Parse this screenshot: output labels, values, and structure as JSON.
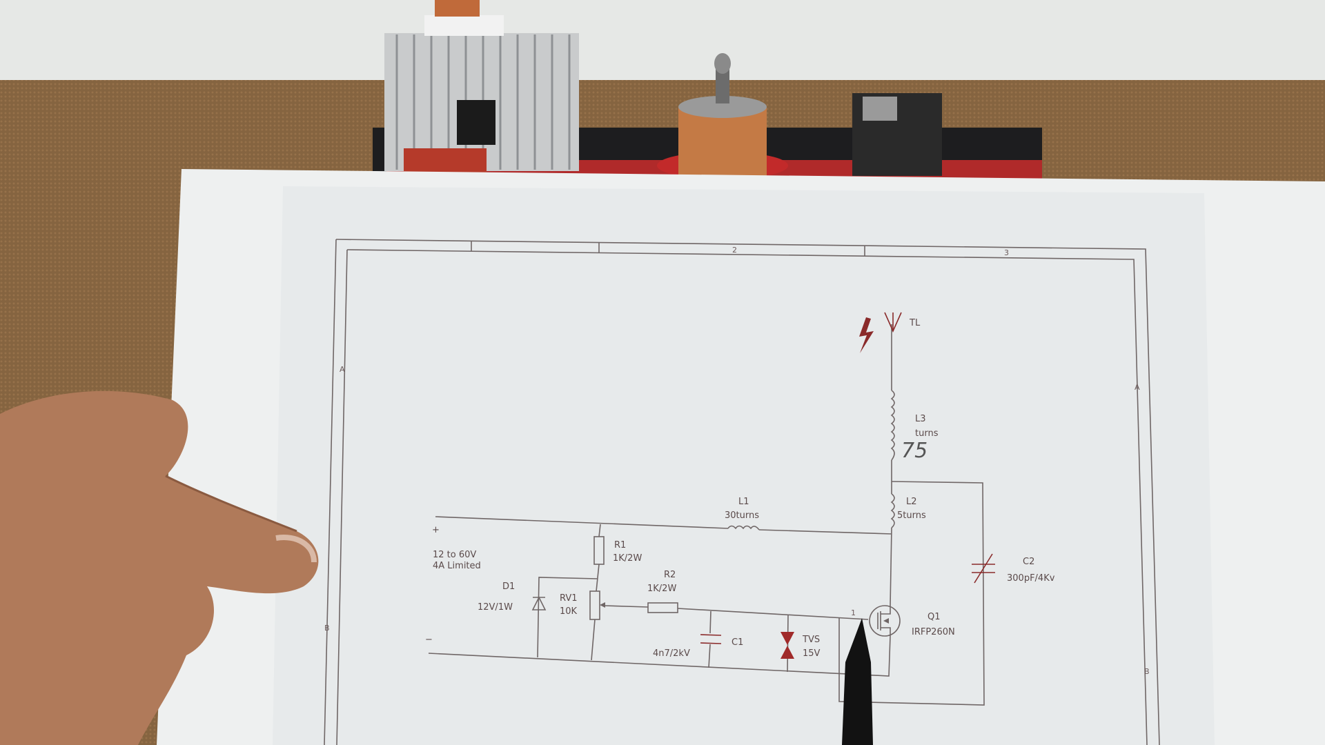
{
  "schematic": {
    "antenna_label": "TL",
    "border": {
      "rows": [
        "A",
        "B",
        "A",
        "B"
      ],
      "columns": [
        "2",
        "3"
      ]
    },
    "supply": {
      "plus": "+",
      "minus": "−",
      "voltage": "12 to 60V",
      "current": "4A Limited"
    },
    "L1": {
      "ref": "L1",
      "value": "30turns"
    },
    "L2": {
      "ref": "L2",
      "value": "5turns"
    },
    "L3": {
      "ref": "L3",
      "value": "turns",
      "handwritten": "75"
    },
    "R1": {
      "ref": "R1",
      "value": "1K/2W"
    },
    "R2": {
      "ref": "R2",
      "value": "1K/2W"
    },
    "RV1": {
      "ref": "RV1",
      "value": "10K"
    },
    "D1": {
      "ref": "D1",
      "value": "12V/1W"
    },
    "C1": {
      "ref": "C1",
      "value": "4n7/2kV"
    },
    "C2": {
      "ref": "C2",
      "value": "300pF/4Kv"
    },
    "TVS": {
      "ref": "TVS",
      "value": "15V"
    },
    "Q1": {
      "ref": "Q1",
      "value": "IRFP260N",
      "pin": "1"
    },
    "icons": [
      "high-voltage-icon",
      "antenna-icon"
    ],
    "accent_color": "#8a2a2a"
  }
}
